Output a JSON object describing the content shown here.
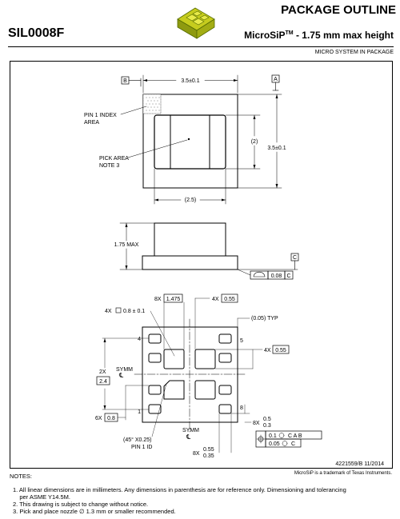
{
  "header": {
    "title": "PACKAGE OUTLINE",
    "document_id": "SIL0008F",
    "subtitle_prefix": "MicroSiP",
    "subtitle_tm": "TM",
    "subtitle_suffix": " - 1.75 mm max height",
    "category": "MICRO SYSTEM IN PACKAGE"
  },
  "colors": {
    "chip_body": "#c6cc1e",
    "chip_pad": "#e8ea4a",
    "chip_edge": "#556b00"
  },
  "top_view": {
    "datum_b": "B",
    "datum_a": "A",
    "width_dim": "3.5±0.1",
    "height_dim": "3.5±0.1",
    "inner_height_ref": "(2)",
    "inner_width_ref": "(2.5)",
    "pin1_label_line1": "PIN 1 INDEX",
    "pin1_label_line2": "AREA",
    "pick_label_line1": "PICK AREA",
    "pick_label_line2": "NOTE 3"
  },
  "side_view": {
    "height_dim": "1.75 MAX",
    "datum_c": "C",
    "flatness_value": "0.08",
    "flatness_datum": "C"
  },
  "bottom_view": {
    "pitch_top_prefix": "8X",
    "pitch_top_value": "1.475",
    "pad_top_prefix": "4X",
    "pad_top_value": "0.55",
    "square_pad_prefix": "4X",
    "square_pad_value": "0.8 ± 0.1",
    "offset_typ": "(0.05) TYP",
    "side_pad_prefix": "4X",
    "side_pad_value": "0.55",
    "symm_left": "SYMM",
    "symm_bottom": "SYMM",
    "span_prefix": "2X",
    "span_value": "2.4",
    "pad_len_prefix": "6X",
    "pad_len_value": "0.8",
    "chamfer_line1": "(45° X0.25)",
    "chamfer_line2": "PIN 1 ID",
    "pad_w_prefix": "8X",
    "pad_w_max": "0.55",
    "pad_w_min": "0.35",
    "pad_h_prefix": "8X",
    "pad_h_max": "0.5",
    "pad_h_min": "0.3",
    "tol1_value": "0.1",
    "tol1_datums": "C A B",
    "tol2_value": "0.05",
    "tol2_datum": "C",
    "pin_labels": [
      "4",
      "5",
      "1",
      "8"
    ]
  },
  "footer": {
    "drawing_no": "4221559/B   11/2014",
    "trademark": "MicroSiP is a trademark of Texas Instruments.",
    "notes_title": "NOTES:",
    "notes": [
      "1. All linear dimensions are in millimeters. Any dimensions in parenthesis are for reference only. Dimensioning and tolerancing",
      "    per ASME Y14.5M.",
      "2. This drawing is subject to change without notice.",
      "3. Pick and place nozzle ∅ 1.3  mm or smaller recommended."
    ]
  }
}
